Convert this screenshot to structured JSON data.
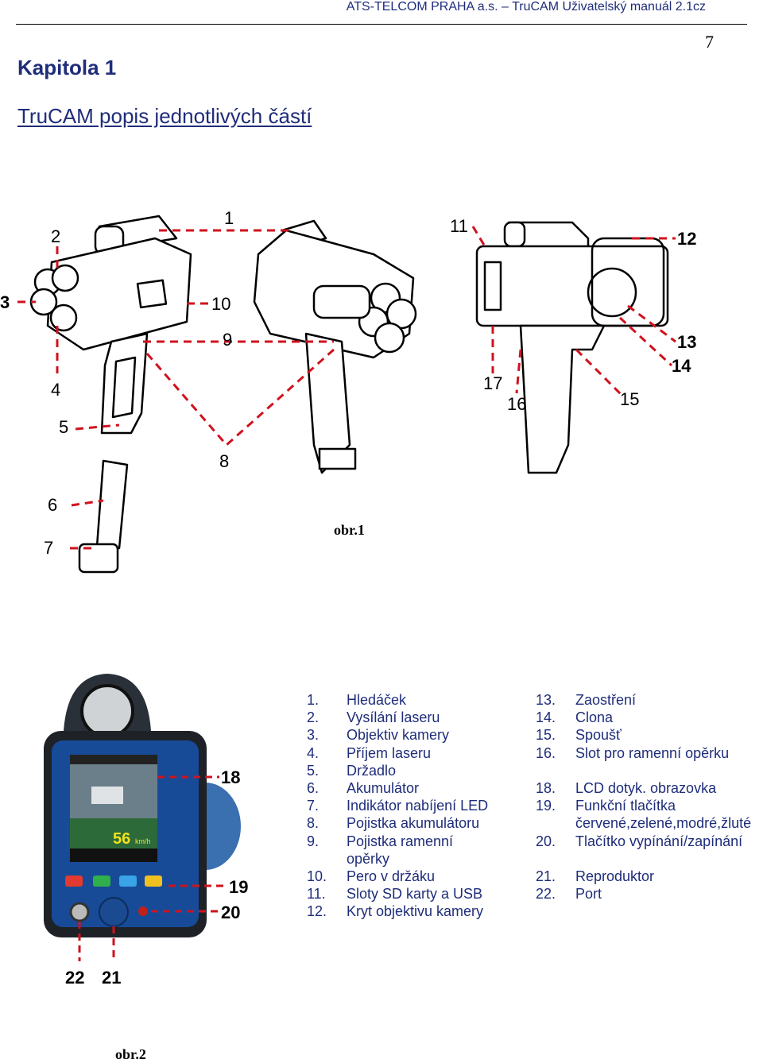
{
  "header": {
    "running_title": "ATS-TELCOM PRAHA a.s. – TruCAM Uživatelský manuál 2.1cz",
    "page_number": "7"
  },
  "chapter": {
    "title": "Kapitola 1",
    "subtitle": "TruCAM popis jednotlivých částí"
  },
  "figure1": {
    "caption": "obr.1",
    "callouts": [
      "1",
      "2",
      "3",
      "4",
      "5",
      "6",
      "7",
      "8",
      "9",
      "10",
      "11",
      "12",
      "13",
      "14",
      "15",
      "16",
      "17"
    ]
  },
  "figure2": {
    "caption": "obr.2",
    "callouts": [
      "18",
      "19",
      "20",
      "21",
      "22"
    ],
    "screen_speed": "56",
    "screen_unit": "km/h"
  },
  "legend": {
    "col1": [
      {
        "num": "1.",
        "text": "Hledáček"
      },
      {
        "num": "2.",
        "text": "Vysílání laseru"
      },
      {
        "num": "3.",
        "text": "Objektiv kamery"
      },
      {
        "num": "4.",
        "text": "Příjem laseru"
      },
      {
        "num": "5.",
        "text": "Držadlo"
      },
      {
        "num": "6.",
        "text": "Akumulátor"
      },
      {
        "num": "7.",
        "text": "Indikátor nabíjení LED"
      },
      {
        "num": "8.",
        "text": "Pojistka akumulátoru"
      },
      {
        "num": "9.",
        "text": "Pojistka ramenní"
      },
      {
        "num": "",
        "text": "opěrky"
      },
      {
        "num": "10.",
        "text": "Pero v držáku"
      },
      {
        "num": "11.",
        "text": "Sloty SD karty a USB"
      },
      {
        "num": "12.",
        "text": "Kryt objektivu kamery"
      }
    ],
    "col2": [
      {
        "num": "13.",
        "text": "Zaostření"
      },
      {
        "num": "14.",
        "text": "Clona"
      },
      {
        "num": "15.",
        "text": "Spoušť"
      },
      {
        "num": "16.",
        "text": "Slot pro ramenní opěrku"
      },
      {
        "num": "",
        "text": ""
      },
      {
        "num": "18.",
        "text": "LCD dotyk. obrazovka"
      },
      {
        "num": "19.",
        "text": "Funkční tlačítka"
      },
      {
        "num": "",
        "text": "červené,zelené,modré,žluté"
      },
      {
        "num": "20.",
        "text": "Tlačítko vypínání/zapínání"
      },
      {
        "num": "",
        "text": ""
      },
      {
        "num": "21.",
        "text": "Reproduktor"
      },
      {
        "num": "22.",
        "text": "Port"
      }
    ]
  }
}
